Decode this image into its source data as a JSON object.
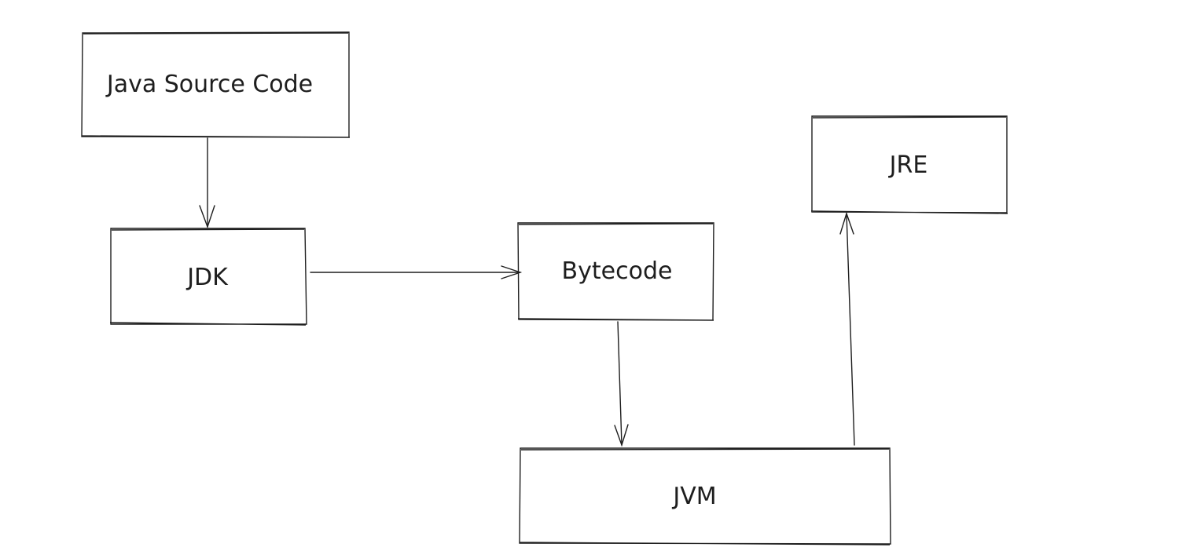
{
  "nodes": {
    "java_source_code": "Java Source Code",
    "jdk": "JDK",
    "bytecode": "Bytecode",
    "jvm": "JVM",
    "jre": "JRE"
  },
  "colors": {
    "stroke": "#1e1e1e",
    "background": "#ffffff"
  }
}
